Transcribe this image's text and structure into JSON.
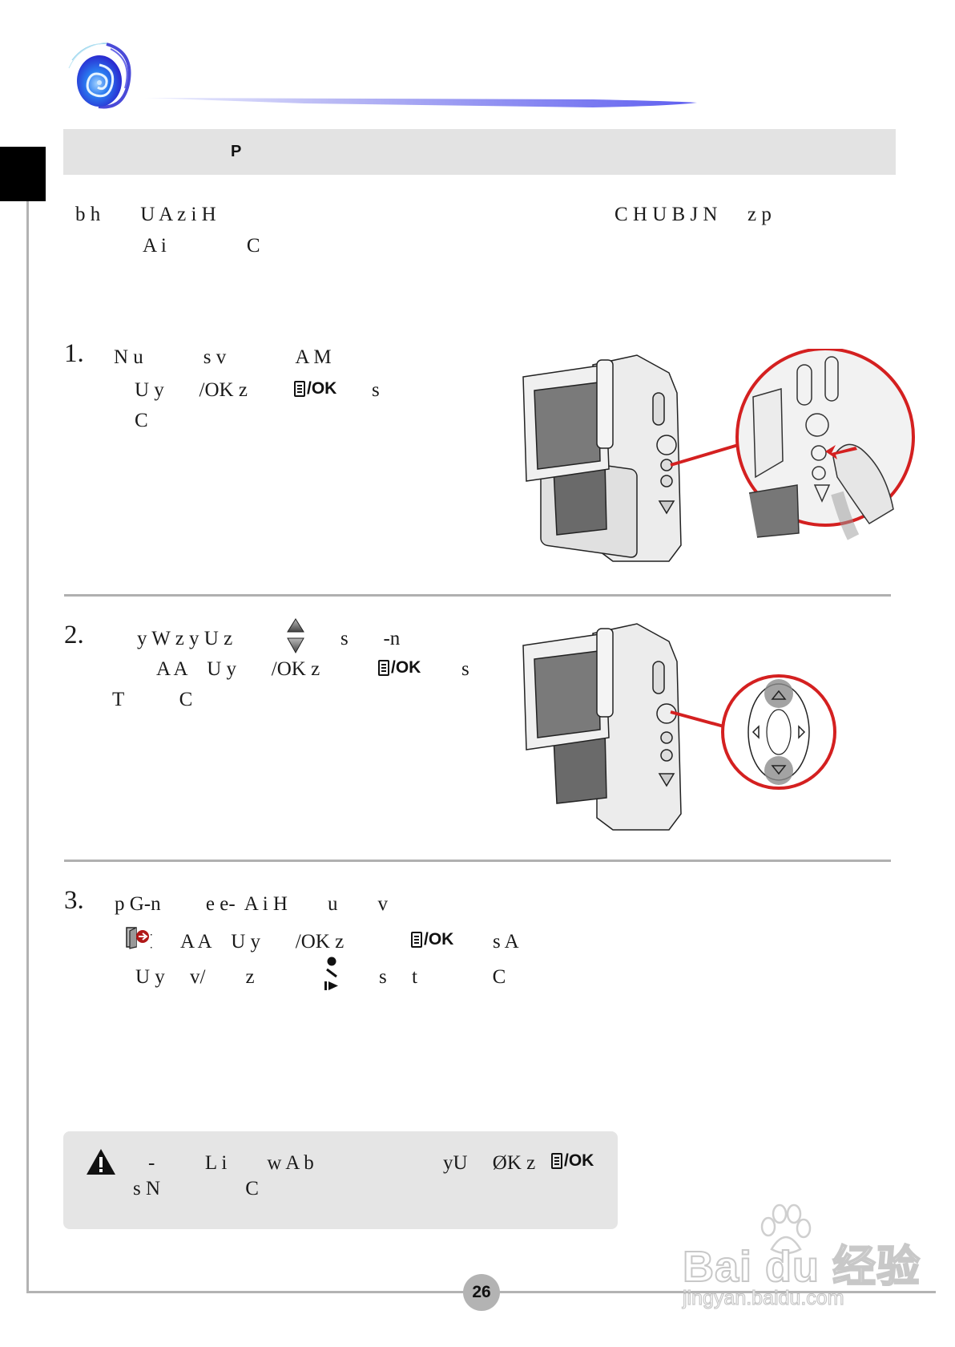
{
  "header": {
    "section_title": "P"
  },
  "intro": {
    "line1_left": "b h        U A z i H",
    "line1_right": "C H U B J N      z p",
    "line2": "A i                C"
  },
  "steps": [
    {
      "number": "1.",
      "lines": [
        "N u            s v              A M",
        "U y       /OK z",
        "C"
      ],
      "line2_after_icon": "s",
      "figure": "camera-press-ok-button"
    },
    {
      "number": "2.",
      "lines": [
        "y W z y U z",
        "A A    U y       /OK z",
        "T           C"
      ],
      "line1_after_icon": "s       -n",
      "line2_after_icon": "s",
      "figure": "camera-dpad-up-down"
    },
    {
      "number": "3.",
      "lines": [
        "p G-n         e e-  A i H        u        v",
        "A A    U y       /OK z",
        "U y     v/        z"
      ],
      "line2_after_icon": "s A",
      "line3_after_icon": "s     t               C"
    }
  ],
  "icons": {
    "ok_label": "/OK",
    "ok_button": "menu-ok-icon",
    "updown_button": "up-down-arrows-icon",
    "exit": "exit-door-icon",
    "record_play": "record-play-icon",
    "warning": "warning-icon"
  },
  "note": {
    "line1_a": "-          L i        w A b",
    "line1_b": "yU     ØK z",
    "line2": "s N                 C"
  },
  "footer": {
    "page_number": "26"
  },
  "watermark": {
    "brand": "Bai du 经验",
    "url": "jingyan.baidu.com"
  },
  "colors": {
    "accent_red": "#d42020",
    "swoosh_blue": "#6a6af0",
    "header_gray": "#e3e3e3",
    "frame_gray": "#b3b3b3"
  }
}
